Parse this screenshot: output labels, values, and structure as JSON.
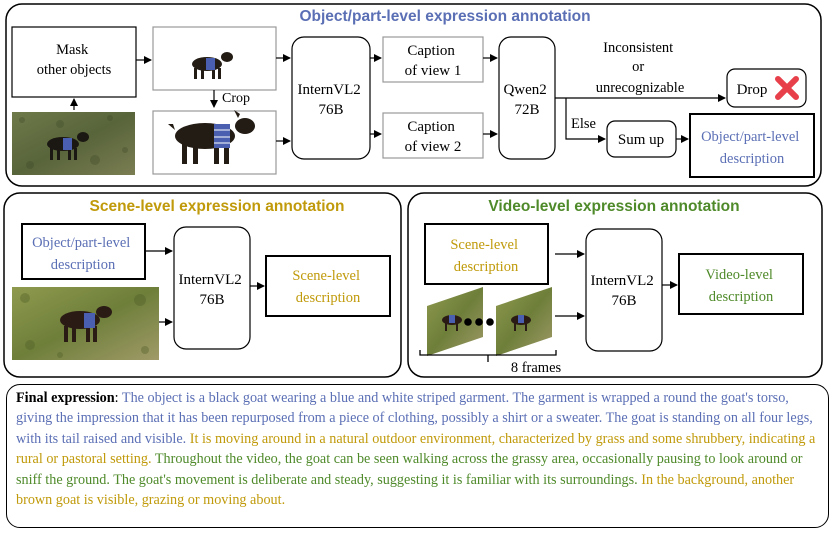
{
  "colors": {
    "object": "#5b6fb5",
    "scene": "#c09a0a",
    "video": "#4f8a2a",
    "drop": "#e8404a"
  },
  "object_panel": {
    "title": "Object/part-level expression annotation",
    "mask_label": [
      "Mask",
      "other objects"
    ],
    "crop_label": "Crop",
    "internvl": [
      "InternVL2",
      "76B"
    ],
    "caption1": [
      "Caption",
      "of view 1"
    ],
    "caption2": [
      "Caption",
      "of view 2"
    ],
    "qwen": [
      "Qwen2",
      "72B"
    ],
    "inconsistent": [
      "Inconsistent",
      "or",
      "unrecognizable"
    ],
    "drop": "Drop",
    "else": "Else",
    "sumup": "Sum up",
    "output": [
      "Object/part-level",
      "description"
    ]
  },
  "scene_panel": {
    "title": "Scene-level expression annotation",
    "input": [
      "Object/part-level",
      "description"
    ],
    "internvl": [
      "InternVL2",
      "76B"
    ],
    "output": [
      "Scene-level",
      "description"
    ]
  },
  "video_panel": {
    "title": "Video-level expression annotation",
    "input": [
      "Scene-level",
      "description"
    ],
    "internvl": [
      "InternVL2",
      "76B"
    ],
    "output": [
      "Video-level",
      "description"
    ],
    "frames": "8 frames"
  },
  "final": {
    "label": "Final expression",
    "object_text": "The object is a black goat wearing a blue and white striped garment. The garment is wrapped a round the goat's torso, giving the impression that it has been repurposed from a piece of clothing, possibly a shirt or a sweater. The goat is standing on all four legs, with its tail raised and visible.",
    "scene_text1": "It is moving around in a natural outdoor environment, characterized by grass and some shrubbery, indicating a rural or pastoral setting.",
    "video_text": "Throughout the video, the goat can be seen walking across the grassy area, occasionally pausing to look around or sniff the ground. The goat's movement is deliberate and steady, suggesting it is familiar with its surroundings.",
    "scene_text2": "In the background, another brown goat is visible, grazing or moving about."
  }
}
